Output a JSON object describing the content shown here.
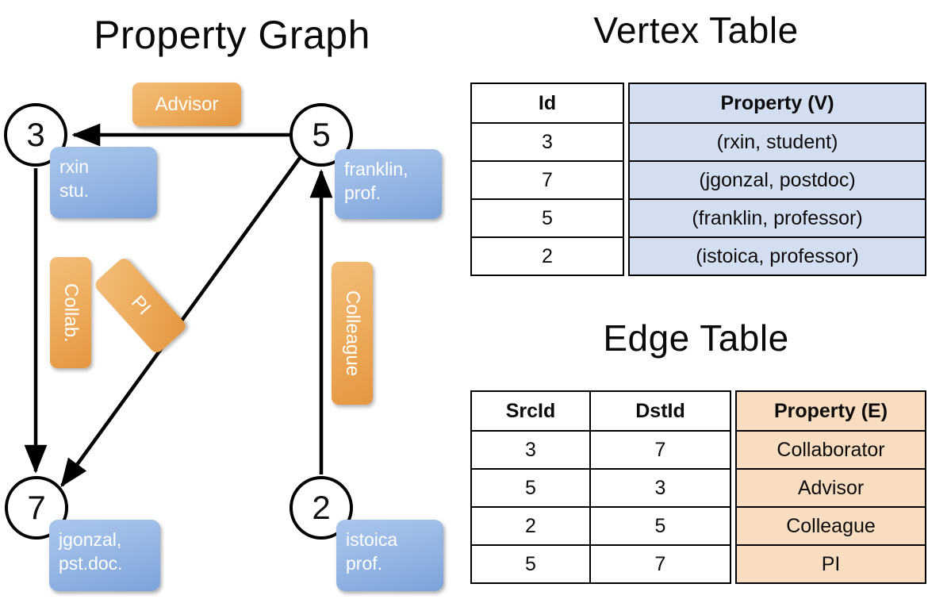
{
  "titles": {
    "property_graph": "Property Graph",
    "vertex_table": "Vertex Table",
    "edge_table": "Edge Table"
  },
  "graph": {
    "nodes": [
      {
        "id": "3",
        "property": "rxin\nstu."
      },
      {
        "id": "5",
        "property": "franklin,\nprof."
      },
      {
        "id": "7",
        "property": "jgonzal,\npst.doc."
      },
      {
        "id": "2",
        "property": "istoica\nprof."
      }
    ],
    "node_labels": {
      "n3": "3",
      "n5": "5",
      "n7": "7",
      "n2": "2"
    },
    "property_boxes": {
      "rxin_line1": "rxin",
      "rxin_line2": "stu.",
      "franklin_line1": "franklin,",
      "franklin_line2": "prof.",
      "jgonzal_line1": "jgonzal,",
      "jgonzal_line2": "pst.doc.",
      "istoica_line1": "istoica",
      "istoica_line2": "prof."
    },
    "edge_labels": {
      "advisor": "Advisor",
      "collab": "Collab.",
      "pi": "PI",
      "colleague": "Colleague"
    },
    "edges": [
      {
        "from": "3",
        "to": "7",
        "label": "Collab."
      },
      {
        "from": "5",
        "to": "3",
        "label": "Advisor"
      },
      {
        "from": "2",
        "to": "5",
        "label": "Colleague"
      },
      {
        "from": "5",
        "to": "7",
        "label": "PI"
      }
    ]
  },
  "vertex_table": {
    "headers": [
      "Id",
      "Property (V)"
    ],
    "rows": [
      {
        "id": "3",
        "property": "(rxin, student)"
      },
      {
        "id": "7",
        "property": "(jgonzal, postdoc)"
      },
      {
        "id": "5",
        "property": "(franklin, professor)"
      },
      {
        "id": "2",
        "property": "(istoica, professor)"
      }
    ]
  },
  "edge_table": {
    "headers": [
      "SrcId",
      "DstId",
      "Property (E)"
    ],
    "rows": [
      {
        "src": "3",
        "dst": "7",
        "property": "Collaborator"
      },
      {
        "src": "5",
        "dst": "3",
        "property": "Advisor"
      },
      {
        "src": "2",
        "dst": "5",
        "property": "Colleague"
      },
      {
        "src": "5",
        "dst": "7",
        "property": "PI"
      }
    ]
  },
  "colors": {
    "vertex_property_fill": "#d3dff1",
    "edge_property_fill": "#f8ddc0",
    "node_box_blue": "#7ba3da",
    "edge_label_orange": "#e4963f",
    "background": "#ffffff",
    "stroke": "#000000"
  }
}
